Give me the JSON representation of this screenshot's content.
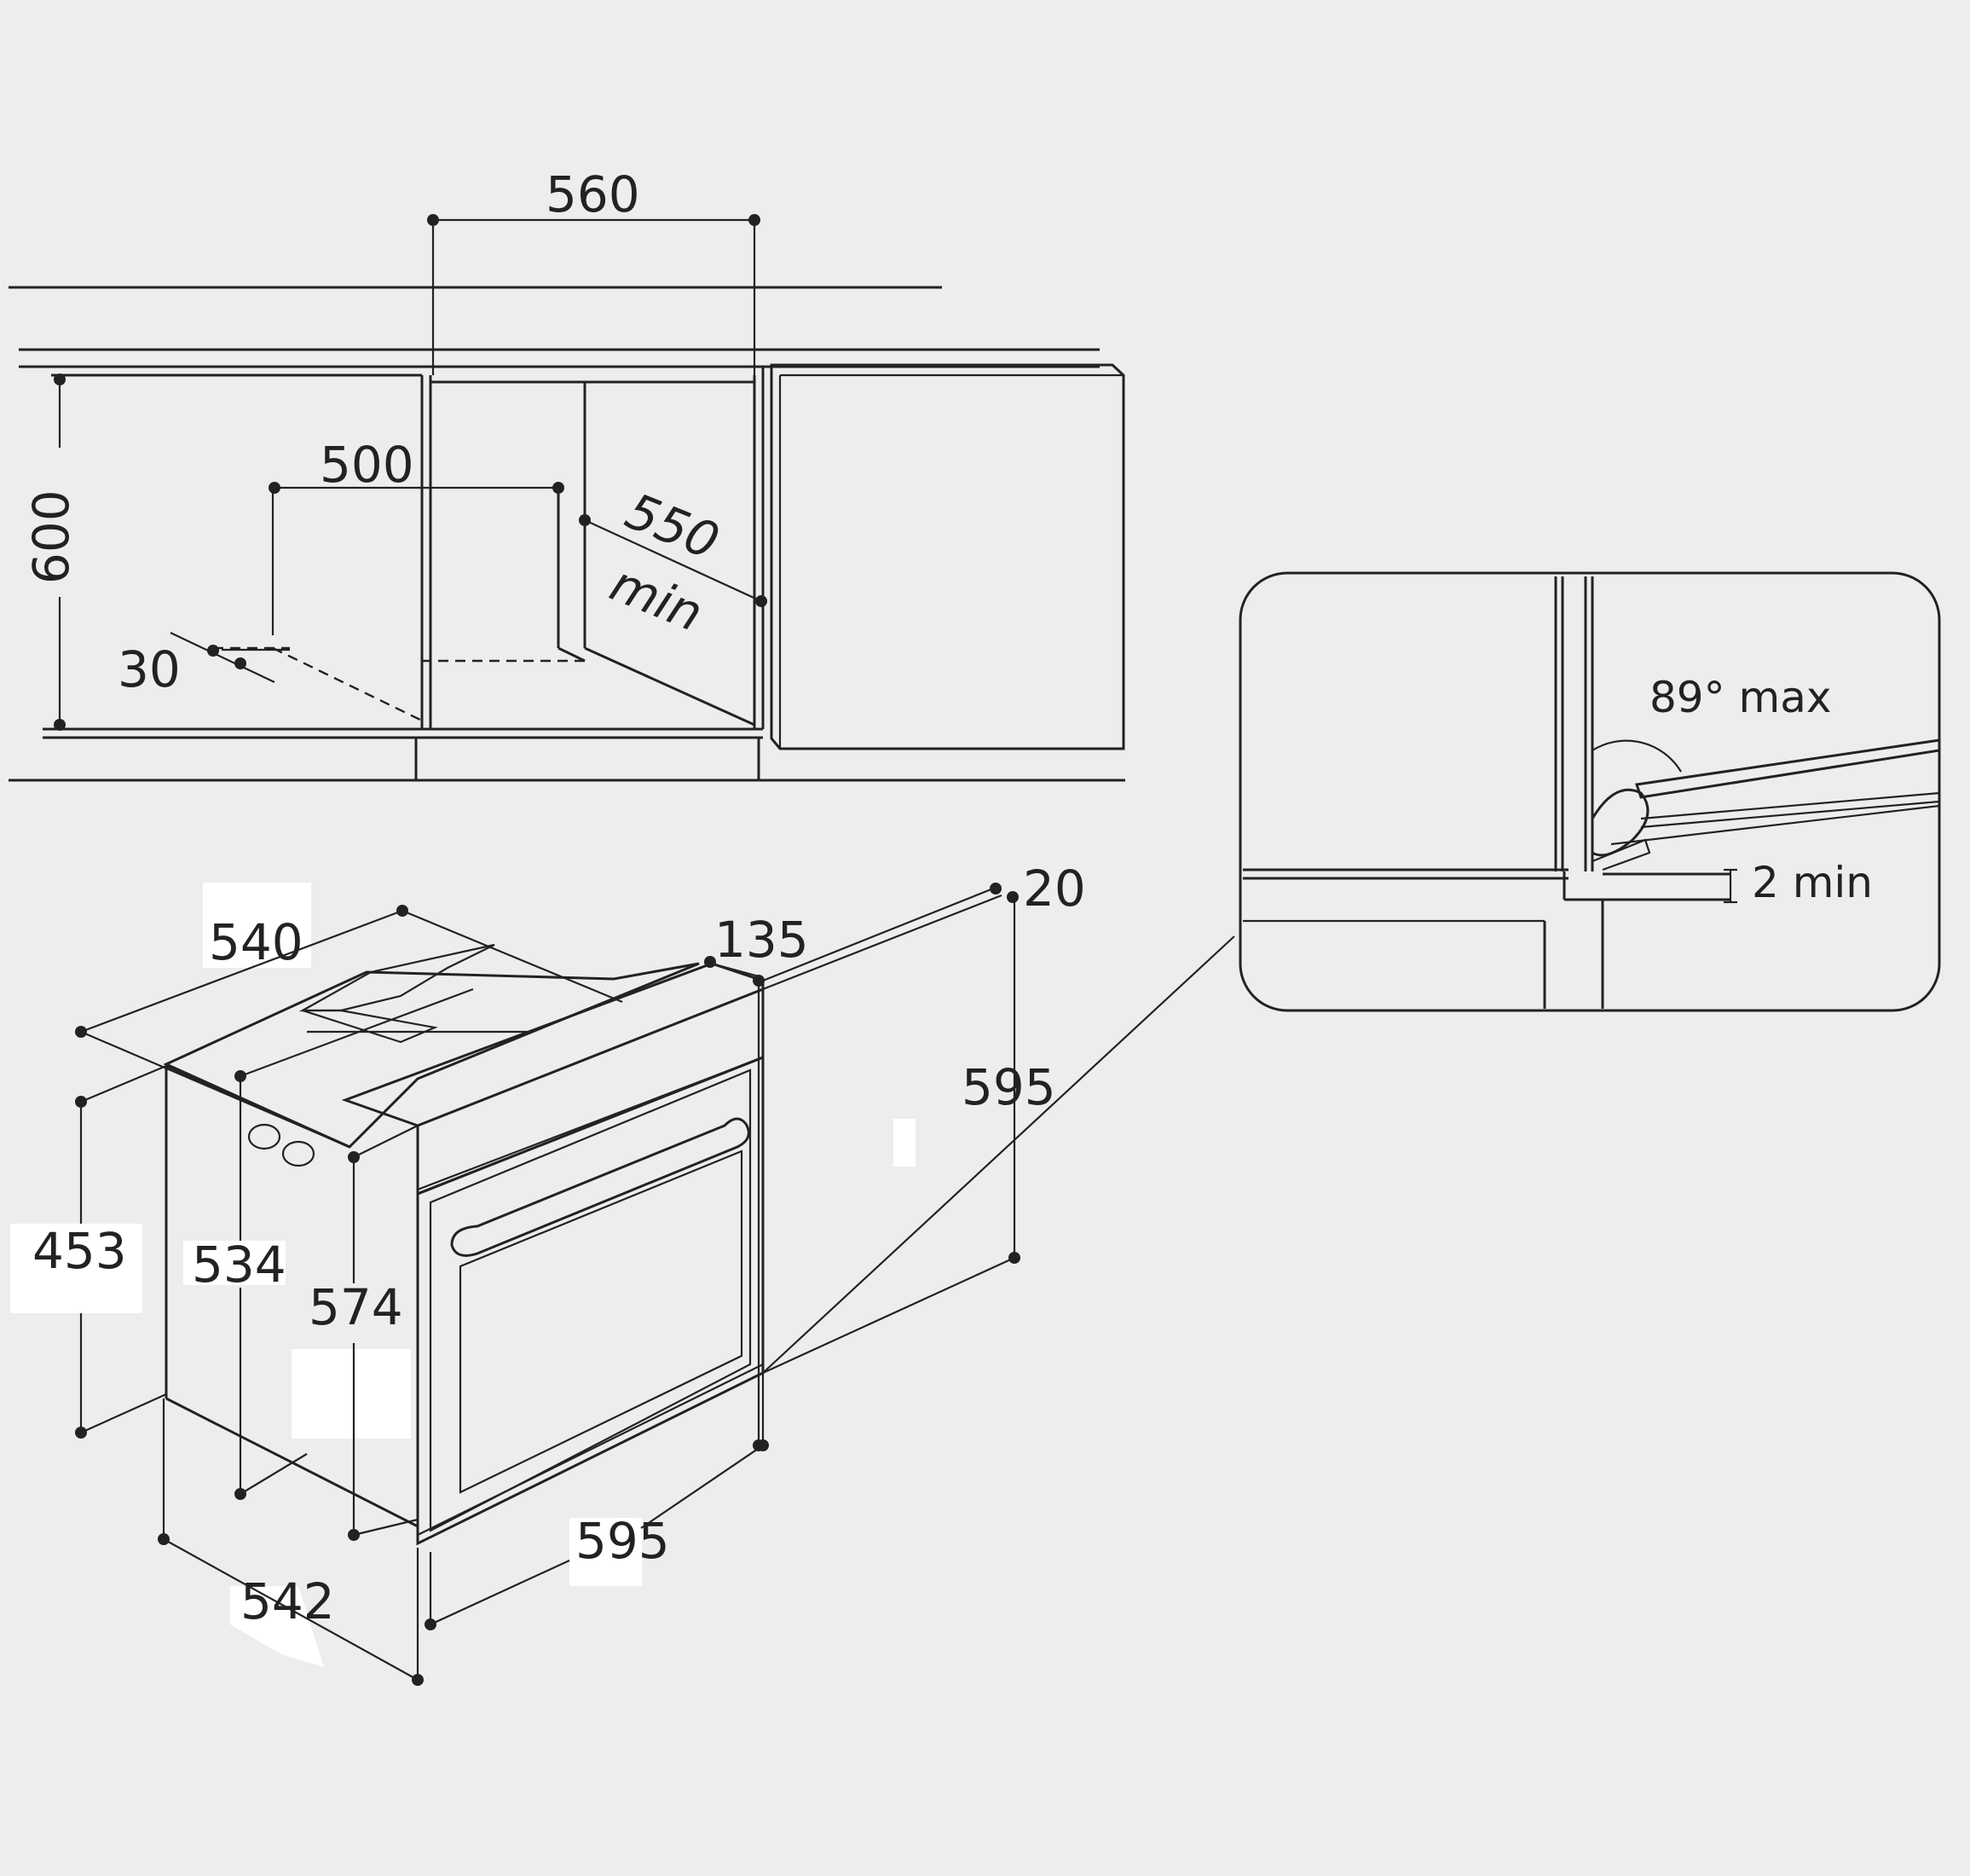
{
  "labels": {
    "niche_width": "560",
    "niche_height": "600",
    "vent_width": "500",
    "depth_min": "550",
    "depth_min_unit": "min",
    "vent_depth": "30",
    "oven_depth_top": "540",
    "frame_depth": "135",
    "frame_thickness": "20",
    "oven_height": "595",
    "body_height_453": "453",
    "body_height_534": "534",
    "body_height_574": "574",
    "oven_width": "595",
    "oven_depth_bottom": "542",
    "door_angle": "89° max",
    "gap_min": "2 min"
  }
}
